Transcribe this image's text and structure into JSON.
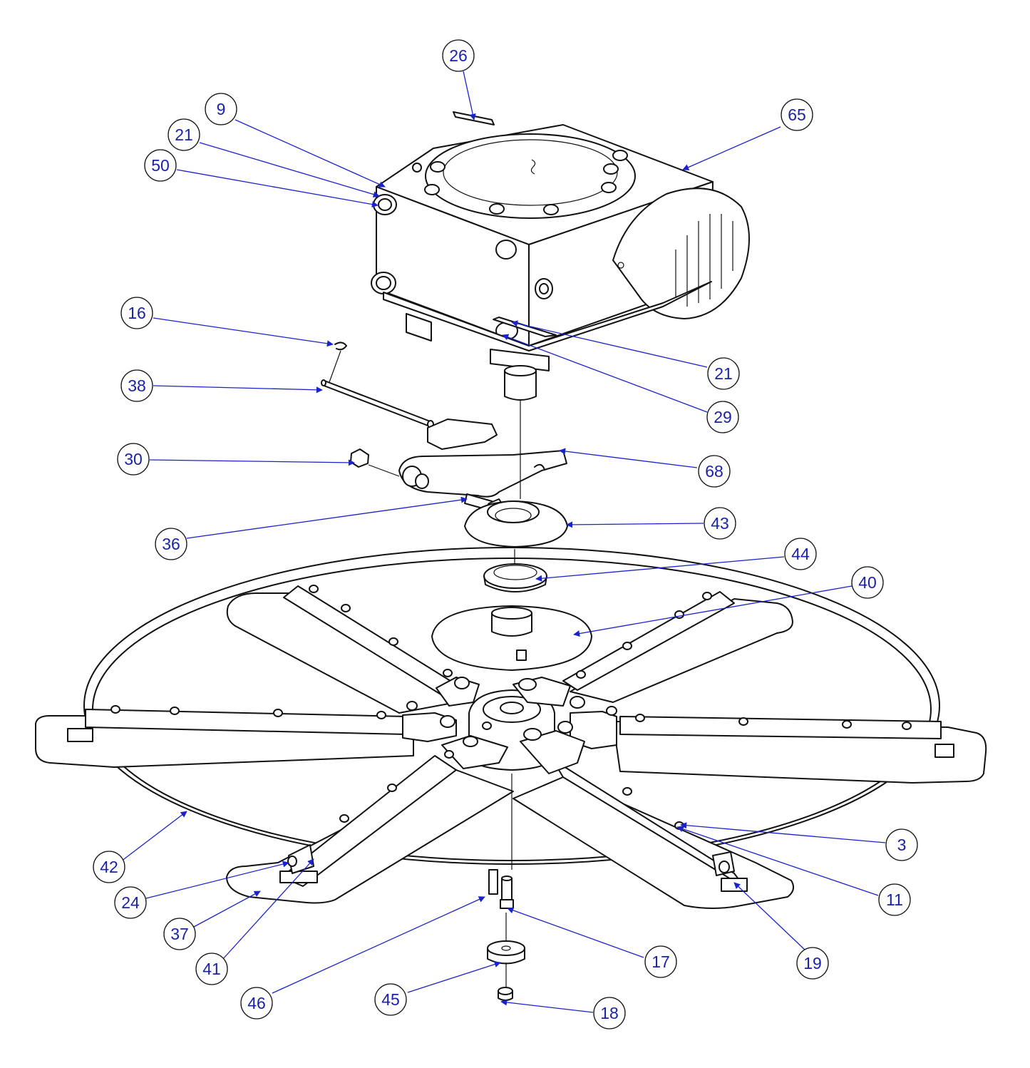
{
  "diagram": {
    "colors": {
      "line": "#111111",
      "leader": "#1a22cc",
      "label": "#1a22aa",
      "background": "#ffffff"
    },
    "callouts": [
      {
        "id": "26",
        "label": "26"
      },
      {
        "id": "9",
        "label": "9"
      },
      {
        "id": "65",
        "label": "65"
      },
      {
        "id": "21a",
        "label": "21"
      },
      {
        "id": "50",
        "label": "50"
      },
      {
        "id": "16",
        "label": "16"
      },
      {
        "id": "38",
        "label": "38"
      },
      {
        "id": "21b",
        "label": "21"
      },
      {
        "id": "29",
        "label": "29"
      },
      {
        "id": "30",
        "label": "30"
      },
      {
        "id": "68",
        "label": "68"
      },
      {
        "id": "36",
        "label": "36"
      },
      {
        "id": "43",
        "label": "43"
      },
      {
        "id": "44",
        "label": "44"
      },
      {
        "id": "40",
        "label": "40"
      },
      {
        "id": "3",
        "label": "3"
      },
      {
        "id": "11",
        "label": "11"
      },
      {
        "id": "42",
        "label": "42"
      },
      {
        "id": "24",
        "label": "24"
      },
      {
        "id": "37",
        "label": "37"
      },
      {
        "id": "41",
        "label": "41"
      },
      {
        "id": "46",
        "label": "46"
      },
      {
        "id": "17",
        "label": "17"
      },
      {
        "id": "19",
        "label": "19"
      },
      {
        "id": "45",
        "label": "45"
      },
      {
        "id": "18",
        "label": "18"
      }
    ]
  }
}
